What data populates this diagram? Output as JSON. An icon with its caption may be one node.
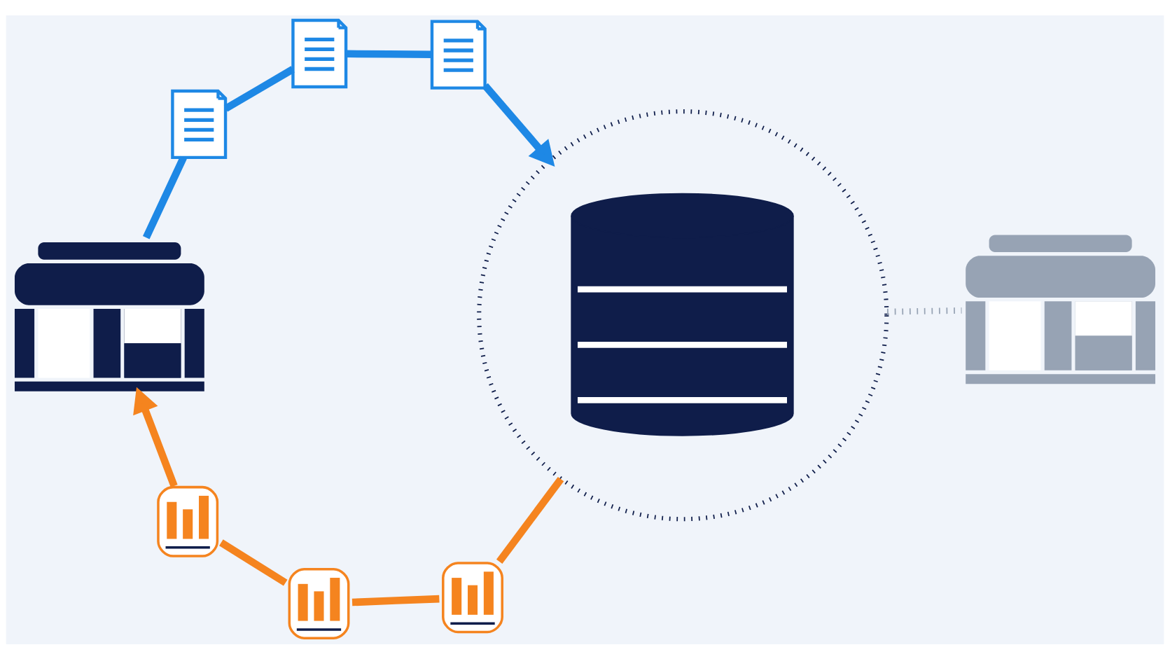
{
  "diagram": {
    "nodes": [
      {
        "text": [],
        "shape": "picture"
      },
      {
        "text": [],
        "shape": "picture"
      },
      {
        "text": [],
        "shape": "picture"
      },
      {
        "text": [],
        "shape": "picture"
      },
      {
        "text": [],
        "shape": "circle"
      },
      {
        "text": [],
        "shape": "cylinder",
        "in": 4
      },
      {
        "text": [],
        "shape": "picture"
      },
      {
        "text": [],
        "shape": "picture"
      },
      {
        "text": [],
        "shape": "picture"
      },
      {
        "text": [],
        "shape": "picture"
      }
    ],
    "edges": [
      {
        "from": 0,
        "to": 1,
        "arrow": "none",
        "color": "#1e88e5"
      },
      {
        "from": 1,
        "to": 2,
        "arrow": "none",
        "color": "#1e88e5"
      },
      {
        "from": 2,
        "to": 3,
        "arrow": "none",
        "color": "#1e88e5"
      },
      {
        "from": 3,
        "to": 4,
        "arrow": "to",
        "color": "#1e88e5"
      },
      {
        "from": 4,
        "to": 8,
        "arrow": "none",
        "color": "#f5841f"
      },
      {
        "from": 8,
        "to": 7,
        "arrow": "none",
        "color": "#f5841f"
      },
      {
        "from": 7,
        "to": 6,
        "arrow": "none",
        "color": "#f5841f"
      },
      {
        "from": 6,
        "to": 0,
        "arrow": "to",
        "color": "#f5841f"
      },
      {
        "from": 4,
        "to": 9,
        "arrow": "none",
        "style": "dashed",
        "color": "#97a3b4"
      }
    ]
  }
}
